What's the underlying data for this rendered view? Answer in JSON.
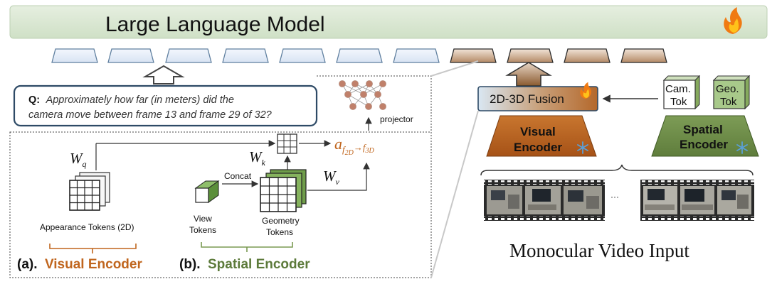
{
  "header": {
    "title": "Large Language Model"
  },
  "question": {
    "prefix": "Q:",
    "line1": "Approximately how far (in meters) did the",
    "line2": "camera move between frame 13 and frame 29 of 32?"
  },
  "left_panel": {
    "wq": "W",
    "wq_sub": "q",
    "wk": "W",
    "wk_sub": "k",
    "wv": "W",
    "wv_sub": "v",
    "concat": "Concat",
    "projector": "projector",
    "alpha": "a",
    "alpha_sub": "f",
    "alpha_sub2": "2D",
    "alpha_arrow": "→",
    "alpha_sub3": "f",
    "alpha_sub4": "3D",
    "appearance_tokens": "Appearance Tokens (2D)",
    "view_tokens_1": "View",
    "view_tokens_2": "Tokens",
    "geometry_tokens_1": "Geometry",
    "geometry_tokens_2": "Tokens",
    "caption_a_prefix": "(a).",
    "caption_a": "Visual Encoder",
    "caption_b_prefix": "(b).",
    "caption_b": "Spatial Encoder"
  },
  "right_panel": {
    "fusion": "2D-3D Fusion",
    "cam_tok_1": "Cam.",
    "cam_tok_2": "Tok",
    "geo_tok_1": "Geo.",
    "geo_tok_2": "Tok",
    "visual_encoder_1": "Visual",
    "visual_encoder_2": "Encoder",
    "spatial_encoder_1": "Spatial",
    "spatial_encoder_2": "Encoder",
    "ellipsis": "···",
    "video_caption": "Monocular Video Input"
  },
  "colors": {
    "llm_bar": "#d9e7d2",
    "text_token_fill": "#e4edf9",
    "text_token_stroke": "#5f7f9f",
    "visual_token_fill": "#c9a88a",
    "visual_token_stroke": "#2b2b2b",
    "visual_encoder": "#b45f1c",
    "spatial_encoder": "#6f8f4a",
    "accent_orange": "#c0651d",
    "accent_green": "#5c7a3a",
    "question_border": "#2e4a66"
  },
  "icons": [
    "fire-icon",
    "snowflake-icon",
    "up-arrow-icon",
    "grid-icon",
    "token-cube-icon",
    "video-frame-icon"
  ]
}
